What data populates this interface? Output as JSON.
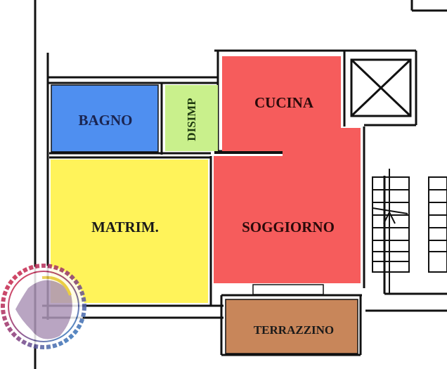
{
  "rooms": {
    "bagno": {
      "label": "BAGNO",
      "color": "#4f8ff0",
      "text_color": "#1a2450"
    },
    "disimp": {
      "label": "DISIMP",
      "color": "#c9f08c",
      "text_color": "#1e3a10"
    },
    "matrim": {
      "label": "MATRIM.",
      "color": "#fff35a",
      "text_color": "#1a1a1a"
    },
    "cucina": {
      "label": "CUCINA",
      "color": "#f65c5c",
      "text_color": "#2a0a0a"
    },
    "soggiorno": {
      "label": "SOGGIORNO",
      "color": "#f65c5c",
      "text_color": "#2a0a0a"
    },
    "terrazzino": {
      "label": "TERRAZZINO",
      "color": "#c8865a",
      "text_color": "#1a1a1a"
    }
  },
  "icons": {
    "logo": "lion-seal-logo",
    "elevator": "elevator-shaft-icon",
    "stairs": "staircase-icon"
  }
}
